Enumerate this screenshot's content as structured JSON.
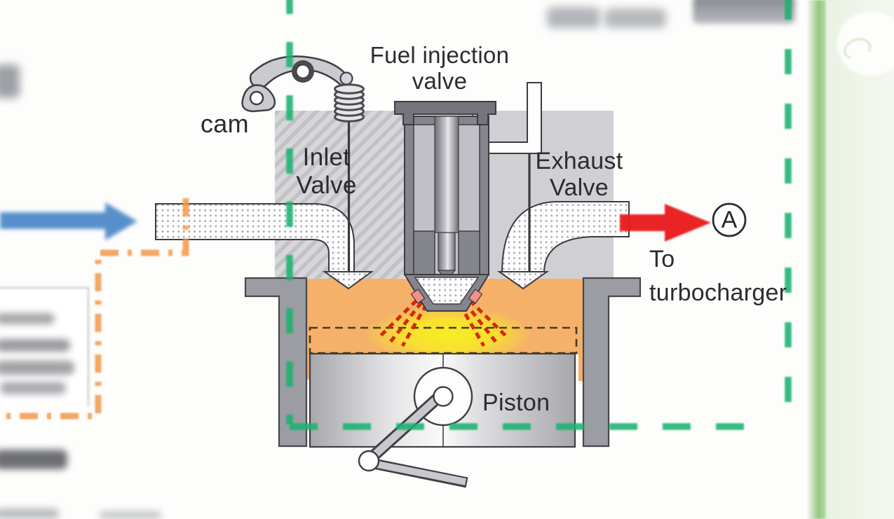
{
  "labels": {
    "fuel_injection_valve": "Fuel injection\nvalve",
    "cam": "cam",
    "inlet_valve": "Inlet\nValve",
    "exhaust_valve": "Exhaust\nValve",
    "to_turbocharger": "To\nturbocharger",
    "piston": "Piston",
    "section_marker": "A"
  },
  "colors": {
    "combustion_orange": "#f5b169",
    "glow_yellow": "#f8ee20",
    "timing_green": "#1bb271",
    "flow_orange": "#f29a4a",
    "intake_blue": "#4a86c6",
    "exhaust_red": "#ea1f1a",
    "spray_red": "#d42a05",
    "nozzle_pink": "#f0918c",
    "head_gray": "#d0d0d4",
    "metal_gray": "#9c9da2",
    "injector_gray": "#85858d",
    "page_edge_green": "#93c77f"
  }
}
